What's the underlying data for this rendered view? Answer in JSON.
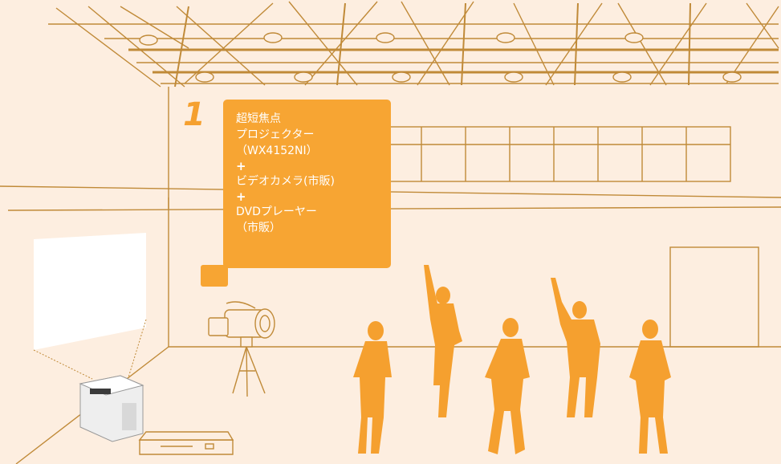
{
  "callout": {
    "number": "1",
    "lines": [
      "超短焦点",
      "プロジェクター",
      "（WX4152NI）",
      "+",
      "ビデオカメラ(市販)",
      "+",
      "DVDプレーヤー",
      "（市販）"
    ]
  },
  "colors": {
    "background": "#fdeee0",
    "line_art": "#c08a38",
    "accent": "#f7a533",
    "silhouette": "#f5a02f"
  },
  "icons": [
    "ceiling-light-icon",
    "video-camera-on-tripod-icon",
    "projector-icon",
    "dvd-player-icon",
    "projection-screen-icon",
    "dancer-silhouette-icon"
  ]
}
